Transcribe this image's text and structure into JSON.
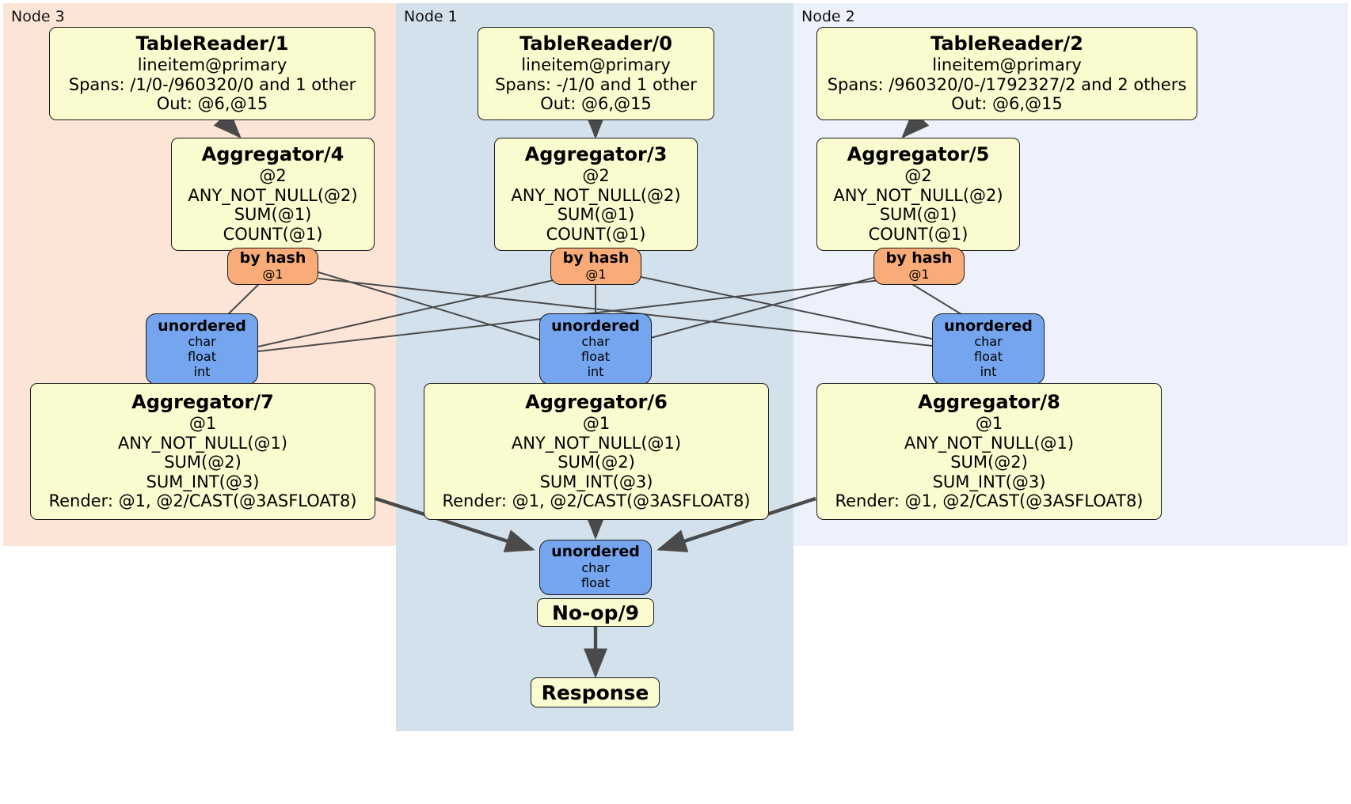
{
  "colors": {
    "node3_bg": "#fce5d6",
    "node1_bg": "#d2e1ec",
    "node2_bg": "#edf1fb",
    "box_fill": "#fbfbd0",
    "box_border": "#1b1b1b",
    "hash_fill": "#f9ab78",
    "unordered_fill": "#74a5ee",
    "edge": "#4a4a4a"
  },
  "nodes": [
    {
      "id": "node3",
      "label": "Node 3"
    },
    {
      "id": "node1",
      "label": "Node 1"
    },
    {
      "id": "node2",
      "label": "Node 2"
    }
  ],
  "processors": {
    "tablereader_1": {
      "title": "TableReader/1",
      "lines": [
        "lineitem@primary",
        "Spans: /1/0-/960320/0 and 1 other",
        "Out: @6,@15"
      ]
    },
    "tablereader_0": {
      "title": "TableReader/0",
      "lines": [
        "lineitem@primary",
        "Spans: -/1/0 and 1 other",
        "Out: @6,@15"
      ]
    },
    "tablereader_2": {
      "title": "TableReader/2",
      "lines": [
        "lineitem@primary",
        "Spans: /960320/0-/1792327/2 and 2 others",
        "Out: @6,@15"
      ]
    },
    "aggregator_4": {
      "title": "Aggregator/4",
      "lines": [
        "@2",
        "ANY_NOT_NULL(@2)",
        "SUM(@1)",
        "COUNT(@1)"
      ]
    },
    "aggregator_3": {
      "title": "Aggregator/3",
      "lines": [
        "@2",
        "ANY_NOT_NULL(@2)",
        "SUM(@1)",
        "COUNT(@1)"
      ]
    },
    "aggregator_5": {
      "title": "Aggregator/5",
      "lines": [
        "@2",
        "ANY_NOT_NULL(@2)",
        "SUM(@1)",
        "COUNT(@1)"
      ]
    },
    "aggregator_7": {
      "title": "Aggregator/7",
      "lines": [
        "@1",
        "ANY_NOT_NULL(@1)",
        "SUM(@2)",
        "SUM_INT(@3)",
        "Render: @1, @2/CAST(@3ASFLOAT8)"
      ]
    },
    "aggregator_6": {
      "title": "Aggregator/6",
      "lines": [
        "@1",
        "ANY_NOT_NULL(@1)",
        "SUM(@2)",
        "SUM_INT(@3)",
        "Render: @1, @2/CAST(@3ASFLOAT8)"
      ]
    },
    "aggregator_8": {
      "title": "Aggregator/8",
      "lines": [
        "@1",
        "ANY_NOT_NULL(@1)",
        "SUM(@2)",
        "SUM_INT(@3)",
        "Render: @1, @2/CAST(@3ASFLOAT8)"
      ]
    },
    "noop_9": {
      "title": "No-op/9"
    },
    "response": {
      "title": "Response"
    }
  },
  "routers": {
    "hash_left": {
      "title": "by hash",
      "lines": [
        "@1"
      ]
    },
    "hash_mid": {
      "title": "by hash",
      "lines": [
        "@1"
      ]
    },
    "hash_right": {
      "title": "by hash",
      "lines": [
        "@1"
      ]
    },
    "unord_left": {
      "title": "unordered",
      "lines": [
        "char",
        "float",
        "int"
      ]
    },
    "unord_mid": {
      "title": "unordered",
      "lines": [
        "char",
        "float",
        "int"
      ]
    },
    "unord_right": {
      "title": "unordered",
      "lines": [
        "char",
        "float",
        "int"
      ]
    },
    "unord_final": {
      "title": "unordered",
      "lines": [
        "char",
        "float"
      ]
    }
  }
}
